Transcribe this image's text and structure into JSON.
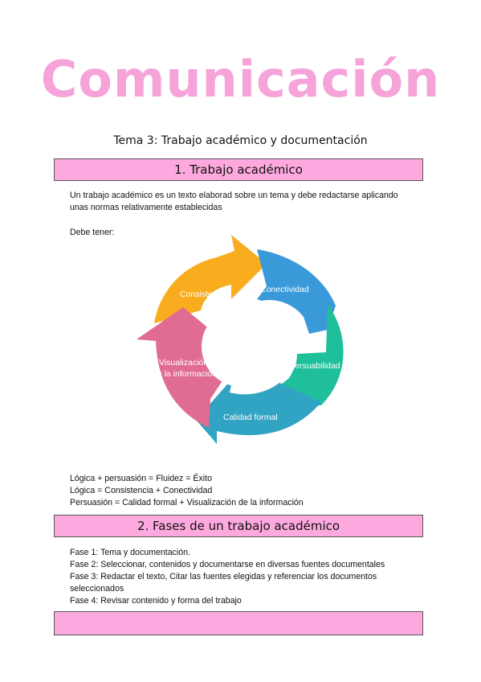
{
  "document": {
    "title": "Comunicación",
    "subtitle": "Tema 3: Trabajo académico y documentación",
    "section1": {
      "heading": "1. Trabajo académico",
      "intro_lines": [
        "Un trabajo académico es un texto elaborad sobre un tema y debe redactarse aplicando",
        "unas normas relativamente establecidas"
      ],
      "debe_tener": "Debe tener:",
      "formulas": [
        "Lógica + persuasión = Fluidez = Éxito",
        "Lógica = Consistencia + Conectividad",
        "Persuasión = Calidad formal + Visualización de la información"
      ]
    },
    "diagram": {
      "segments": [
        {
          "label": "Consistencia",
          "color": "#f9ad1e"
        },
        {
          "label": "Conectividad",
          "color": "#3a9ad9"
        },
        {
          "label": "Persuabilidad",
          "color": "#1fbf9c"
        },
        {
          "label": "Calidad formal",
          "color": "#31a4c4"
        },
        {
          "label_lines": [
            "Visualización",
            "de la información"
          ],
          "color": "#e06c93"
        }
      ]
    },
    "section2": {
      "heading": "2. Fases de un trabajo académico",
      "lines": [
        "Fase 1: Tema y documentación.",
        "Fase 2: Seleccionar, contenidos y documentarse en diversas fuentes documentales",
        "Fase 3: Redactar el texto, Citar las fuentes elegidas y referenciar los documentos",
        "seleccionados",
        "Fase 4: Revisar contenido y forma del trabajo"
      ]
    },
    "section3": {
      "heading": ""
    }
  }
}
